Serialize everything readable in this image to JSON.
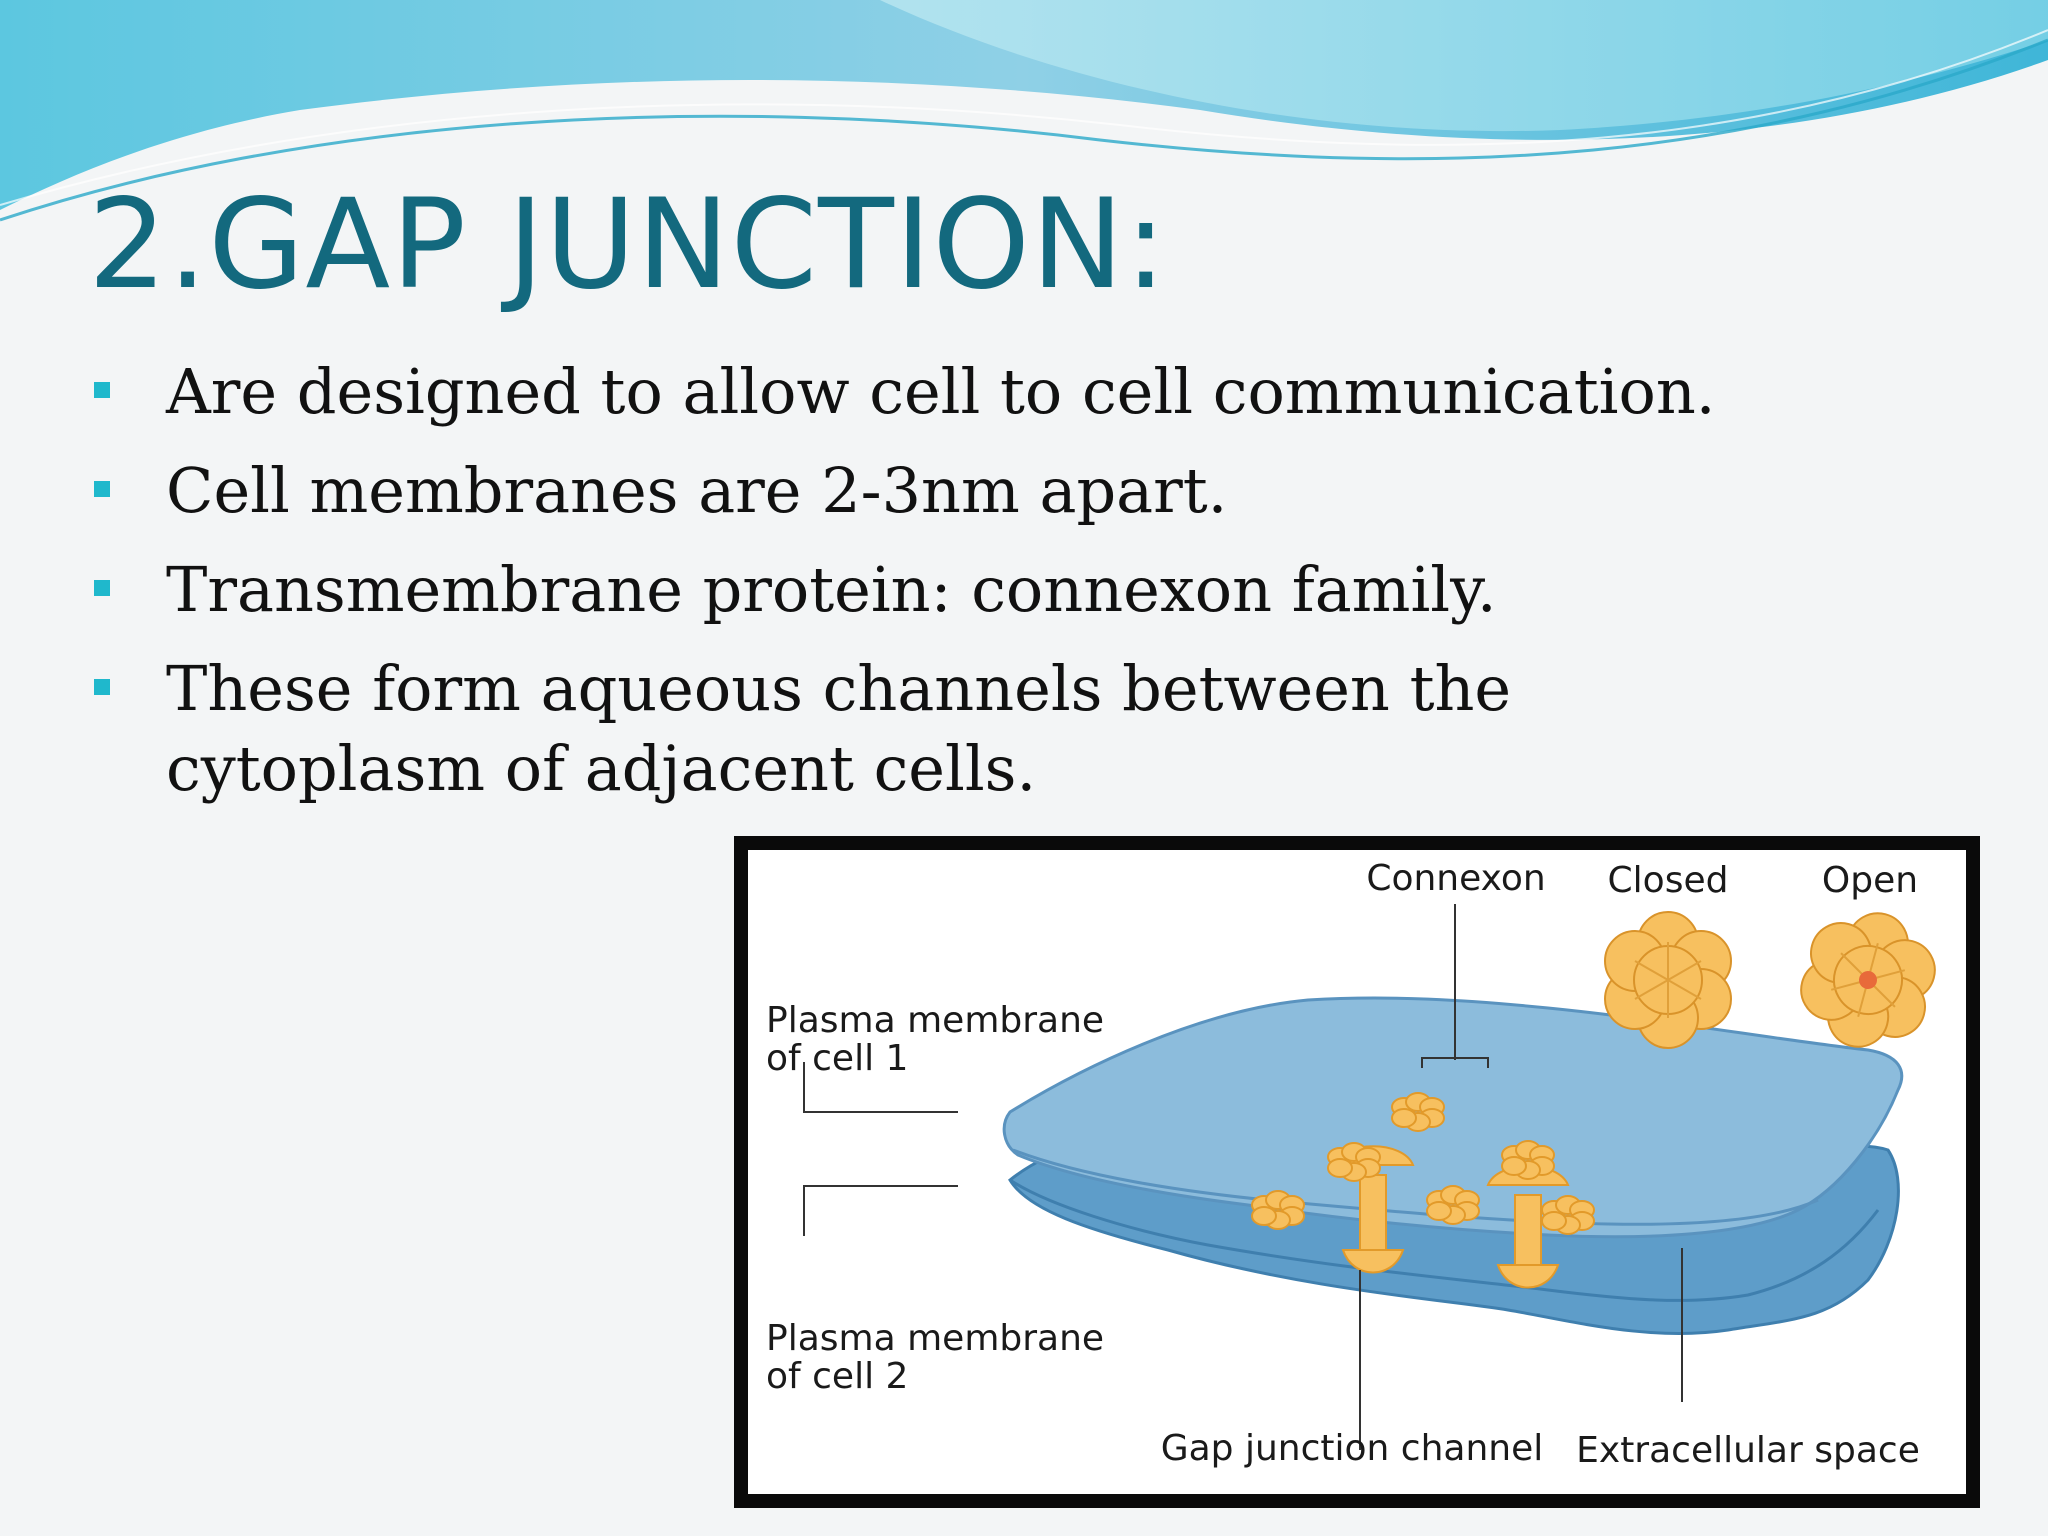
{
  "slide": {
    "title": "2.GAP JUNCTION:",
    "bullets": [
      "Are designed to allow cell to cell communication.",
      "Cell membranes are 2-3nm apart.",
      "Transmembrane protein: connexon family.",
      "These form aqueous channels between the cytoplasm of adjacent cells."
    ],
    "colors": {
      "title": "#13697e",
      "bullet_marker": "#1fb8cc",
      "membrane": "#8cbcdc",
      "connexon": "#f7c05f"
    }
  },
  "figure": {
    "labels": {
      "connexon": "Connexon",
      "closed": "Closed",
      "open": "Open",
      "plasma_membrane_cell1_line1": "Plasma membrane",
      "plasma_membrane_cell1_line2": "of cell 1",
      "plasma_membrane_cell2_line1": "Plasma membrane",
      "plasma_membrane_cell2_line2": "of cell 2",
      "gap_junction_channel": "Gap junction channel",
      "extracellular_space": "Extracellular space"
    }
  }
}
